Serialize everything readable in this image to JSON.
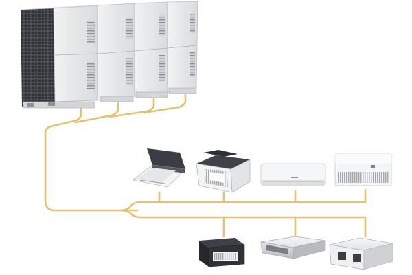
{
  "diagram": {
    "outdoor_unit": {
      "modules": 4,
      "icon": "vrf-outdoor-unit-icon"
    },
    "indoor_units": [
      {
        "kind": "one-way-cassette",
        "icon": "one-way-cassette-icon"
      },
      {
        "kind": "four-way-cassette",
        "icon": "four-way-cassette-icon"
      },
      {
        "kind": "wall-mounted",
        "icon": "wall-mounted-unit-icon"
      },
      {
        "kind": "floor-ceiling",
        "icon": "floor-ceiling-unit-icon"
      },
      {
        "kind": "slim-duct",
        "icon": "slim-duct-unit-icon"
      },
      {
        "kind": "medium-static-duct",
        "icon": "medium-static-duct-icon"
      },
      {
        "kind": "high-static-duct",
        "icon": "high-static-duct-icon"
      }
    ],
    "colors": {
      "pipe": "#e2c26e",
      "unit_body": "#e8e9eb",
      "unit_shade": "#c9cbce",
      "grille": "#3d4046",
      "dark_unit": "#2b2d31",
      "background": "#ffffff"
    }
  }
}
